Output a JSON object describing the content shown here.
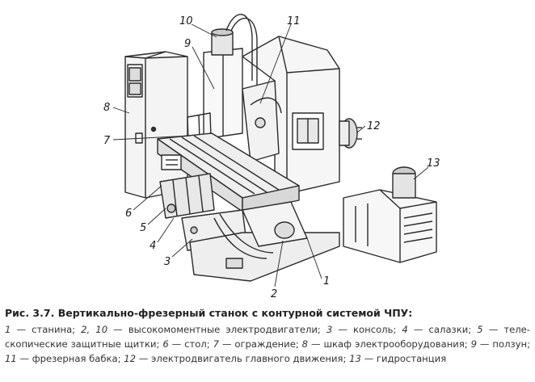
{
  "caption": {
    "label": "Рис. 3.7.",
    "title": "Вертикально-фрезерный станок с контурной системой ЧПУ:"
  },
  "legend_text": [
    {
      "n": "1",
      "t": " — станина; "
    },
    {
      "n": "2, 10",
      "t": " — высокомоментные электродвигатели; "
    },
    {
      "n": "3",
      "t": " — консоль; "
    },
    {
      "n": "4",
      "t": " — салазки; "
    },
    {
      "n": "5",
      "t": " — теле-скопические защитные щитки; "
    },
    {
      "n": "6",
      "t": " — стол; "
    },
    {
      "n": "7",
      "t": " — ограждение; "
    },
    {
      "n": "8",
      "t": " — шкаф электрооборудования; "
    },
    {
      "n": "9",
      "t": " — ползун; "
    },
    {
      "n": "11",
      "t": " — фрезерная бабка; "
    },
    {
      "n": "12",
      "t": " — электродвигатель главного движения; "
    },
    {
      "n": "13",
      "t": " — гидростанция"
    }
  ],
  "callouts": [
    "1",
    "2",
    "3",
    "4",
    "5",
    "6",
    "7",
    "8",
    "9",
    "10",
    "11",
    "12",
    "13"
  ]
}
